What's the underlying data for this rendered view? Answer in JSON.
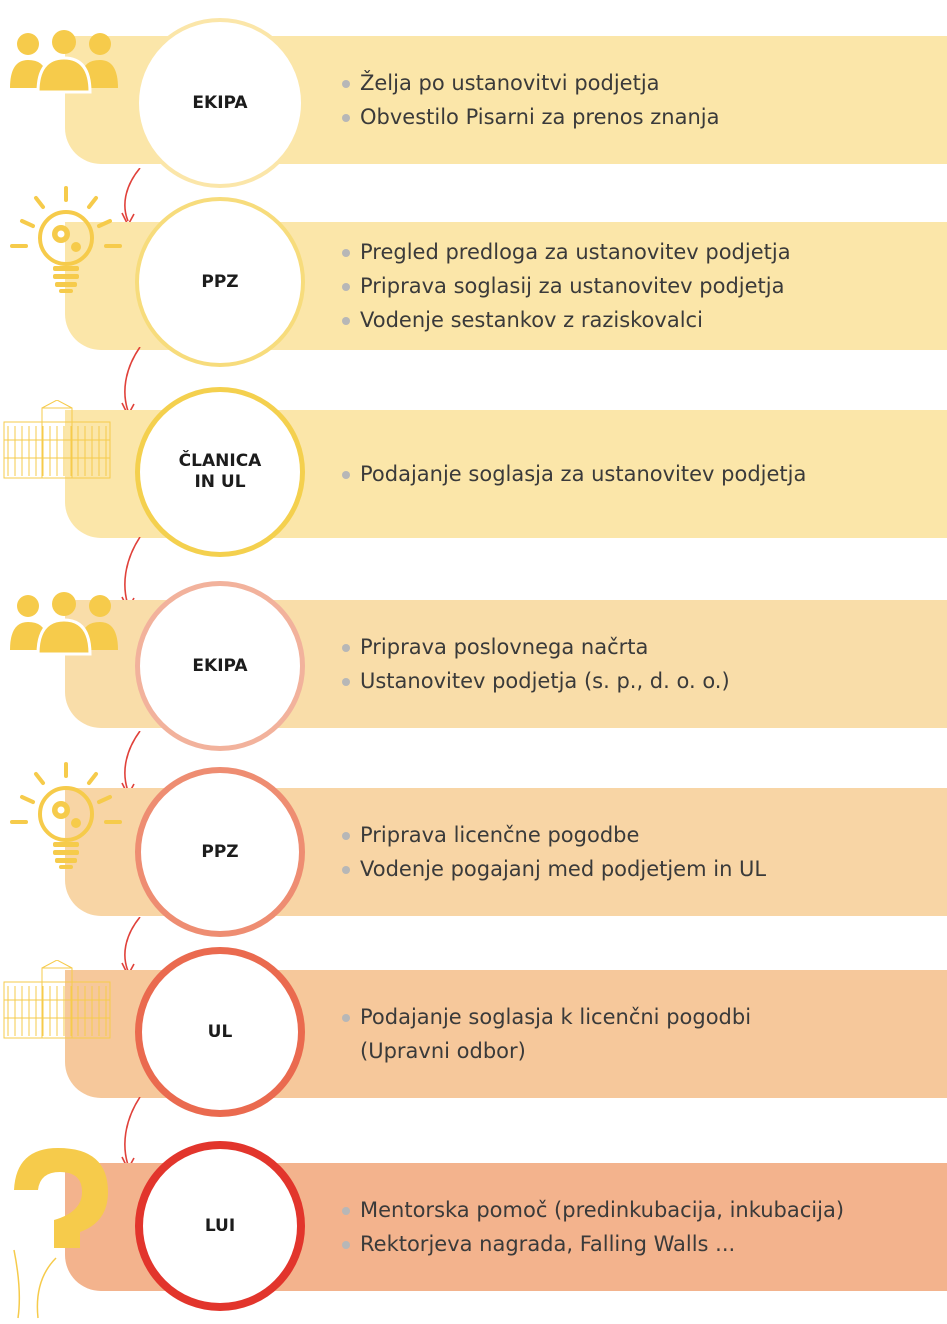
{
  "colors": {
    "text": "#3a3a3a",
    "label": "#1c1c1c",
    "bullet": "#b7b7b7",
    "connector": "#e0413a",
    "icon": "#f6cb4b"
  },
  "steps": [
    {
      "label": "EKIPA",
      "icon": "people-icon",
      "band_color": "#fbe6a9",
      "ring_color": "#fbe6a9",
      "bullets": [
        "Želja po ustanovitvi podjetja",
        "Obvestilo Pisarni za prenos znanja"
      ]
    },
    {
      "label": "PPZ",
      "icon": "lightbulb-gears-icon",
      "band_color": "#fbe6a9",
      "ring_color": "#f7dc7c",
      "bullets": [
        "Pregled predloga za ustanovitev podjetja",
        "Priprava soglasij za ustanovitev podjetja",
        "Vodenje sestankov z raziskovalci"
      ]
    },
    {
      "label": "ČLANICA\nIN UL",
      "icon": "university-building-icon",
      "band_color": "#fbe6a9",
      "ring_color": "#f4d04e",
      "bullets": [
        "Podajanje soglasja za ustanovitev podjetja"
      ]
    },
    {
      "label": "EKIPA",
      "icon": "people-icon",
      "band_color": "#f9dda9",
      "ring_color": "#f2b29c",
      "bullets": [
        "Priprava poslovnega načrta",
        "Ustanovitev podjetja (s. p., d. o. o.)"
      ]
    },
    {
      "label": "PPZ",
      "icon": "lightbulb-gears-icon",
      "band_color": "#f8d5a5",
      "ring_color": "#ee8d72",
      "bullets": [
        "Priprava licenčne pogodbe",
        "Vodenje pogajanj med podjetjem in UL"
      ]
    },
    {
      "label": "UL",
      "icon": "university-building-icon",
      "band_color": "#f6c89b",
      "ring_color": "#ea6a4f",
      "bullets": [
        "Podajanje soglasja k licenčni pogodbi\n(Upravni odbor)"
      ]
    },
    {
      "label": "LUI",
      "icon": "question-mark-icon",
      "band_color": "#f3b38d",
      "ring_color": "#e2352c",
      "bullets": [
        "Mentorska pomoč (predinkubacija, inkubacija)",
        "Rektorjeva nagrada, Falling Walls ..."
      ]
    }
  ]
}
